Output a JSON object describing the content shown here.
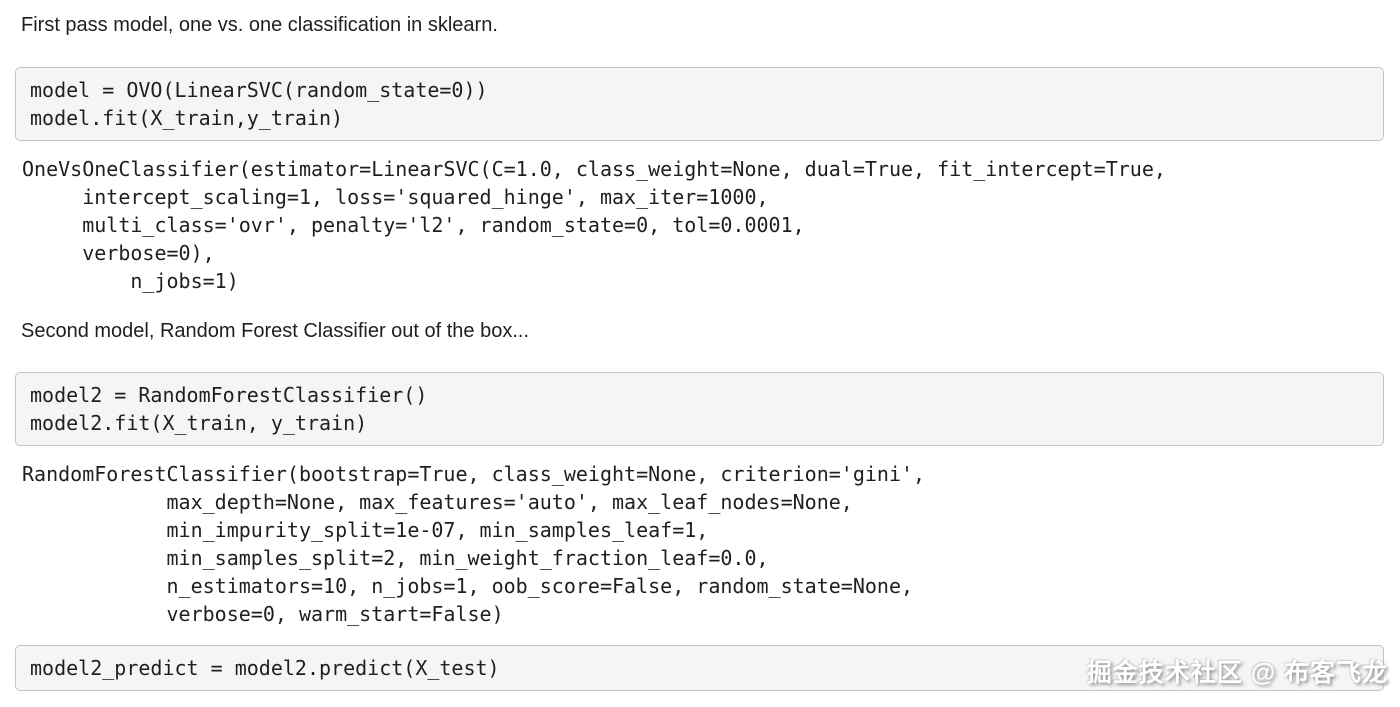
{
  "colors": {
    "page_bg": "#ffffff",
    "cell_bg": "#f5f5f5",
    "cell_border": "#c5c5c5",
    "text": "#1f1f1f",
    "watermark": "#ffffff",
    "watermark_shadow": "#949494"
  },
  "content": {
    "markdown1": "First pass model, one vs. one classification in sklearn.",
    "cell1_code": "model = OVO(LinearSVC(random_state=0))\nmodel.fit(X_train,y_train)",
    "output1": "OneVsOneClassifier(estimator=LinearSVC(C=1.0, class_weight=None, dual=True, fit_intercept=True,\n     intercept_scaling=1, loss='squared_hinge', max_iter=1000,\n     multi_class='ovr', penalty='l2', random_state=0, tol=0.0001,\n     verbose=0),\n         n_jobs=1)",
    "markdown2": "Second model, Random Forest Classifier out of the box...",
    "cell2_code": "model2 = RandomForestClassifier()\nmodel2.fit(X_train, y_train)",
    "output2": "RandomForestClassifier(bootstrap=True, class_weight=None, criterion='gini',\n            max_depth=None, max_features='auto', max_leaf_nodes=None,\n            min_impurity_split=1e-07, min_samples_leaf=1,\n            min_samples_split=2, min_weight_fraction_leaf=0.0,\n            n_estimators=10, n_jobs=1, oob_score=False, random_state=None,\n            verbose=0, warm_start=False)",
    "cell3_code": "model2_predict = model2.predict(X_test)",
    "watermark": "掘金技术社区 @ 布客飞龙"
  }
}
